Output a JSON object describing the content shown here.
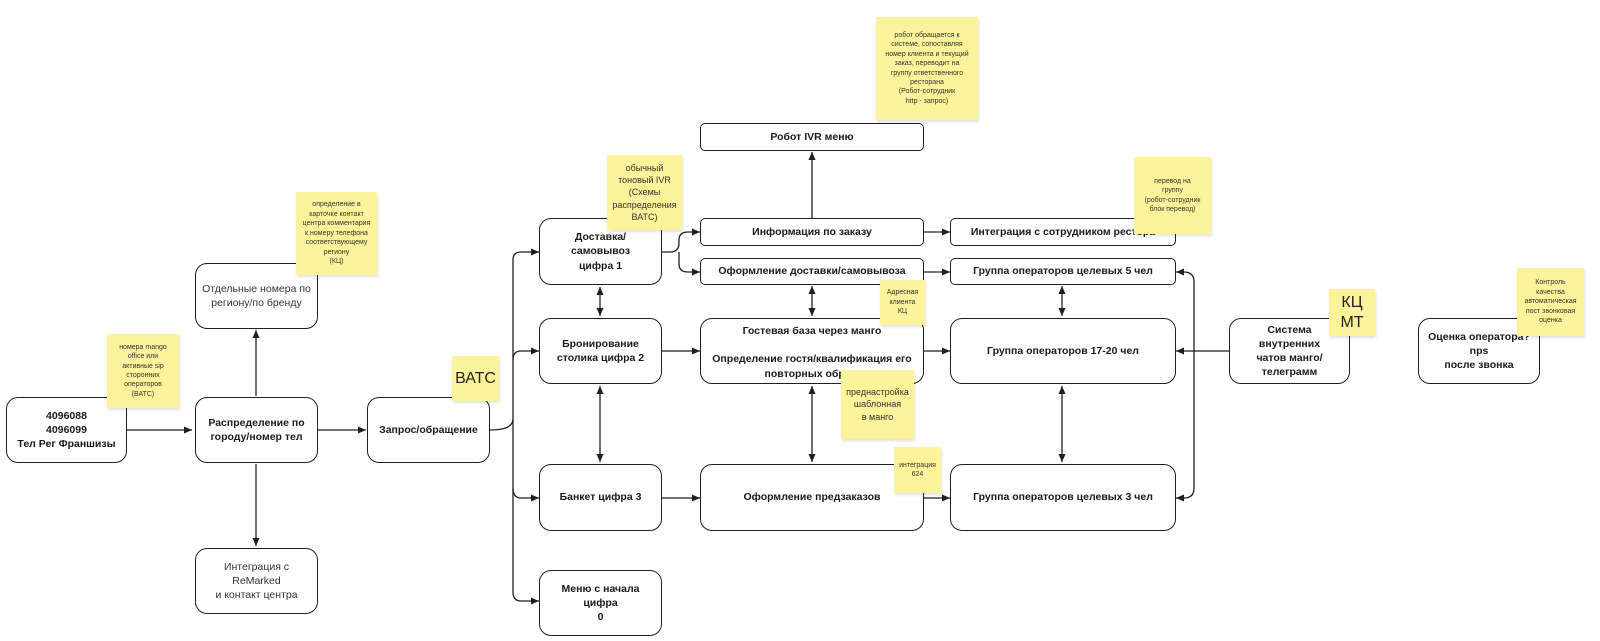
{
  "nodes": {
    "phones": "4096088\n4096099\nТел Рег Франшизы",
    "distribution": "Распределение по\nгороду/номер тел",
    "regional_numbers": "Отдельные номера по\nрегиону/по бренду",
    "remarked": "Интеграция с ReMarked\nи контакт центра",
    "request": "Запрос/обращение",
    "delivery": "Доставка/самовывоз\nцифра 1",
    "booking": "Бронирование\nстолика цифра 2",
    "banquet": "Банкет цифра 3",
    "menu": "Меню с начала цифра\n0",
    "ivr_robot": "Робот IVR меню",
    "order_info": "Информация по заказу",
    "delivery_form": "Оформление доставки/самовывоза",
    "guest_base": "Гостевая база через манго\n\nОпределение гостя/квалификация его\nповторных обращ",
    "preorders": "Оформление предзаказов",
    "staff_integration": "Интеграция с сотрудником рестора",
    "group_5": "Группа операторов целевых 5 чел",
    "group_17": "Группа операторов 17-20 чел",
    "group_3": "Группа операторов целевых 3 чел",
    "chat_system": "Система внутренних\nчатов манго/\nтелеграмм",
    "rating": "Оценка оператора?nps\nпосле звонка"
  },
  "stickies": {
    "mango": "номера mango\noffice или\nактивные sip\nсторонних\nоператоров\n(ВАТС)",
    "card_def": "определение в\nкарточке контакт\nцентра комментария\nк номеру телефона\nсоответствующему\nрегиону\n(КЦ)",
    "vats": "ВАТС",
    "tone_ivr": "обычный\nтоновый IVR\n(Схемы\nраспределения\nВАТС)",
    "robot_note": "робот обращается к\nсистеме, сопоставляя\nномер клиента и текущий\nзаказ, переводит на\nгруппу ответственного\nресторана\n(Робот-сотрудник\nhttp - запрос)",
    "transfer": "перевод на\nгруппу\n(робот-сотрудник\nблок перевод)",
    "address": "Адресная\nклиента\nКЦ",
    "template": "преднастройка\nшаблонная\nв манго",
    "integration624": "интеграция\n624",
    "kc_mt": "КЦ\nМТ",
    "quality": "Контроль\nкачества\nавтоматическая\nпост звонковая\nоценка"
  },
  "colors": {
    "sticky": "#fdf39a",
    "stroke": "#1f1f1f",
    "background": "#ffffff"
  }
}
